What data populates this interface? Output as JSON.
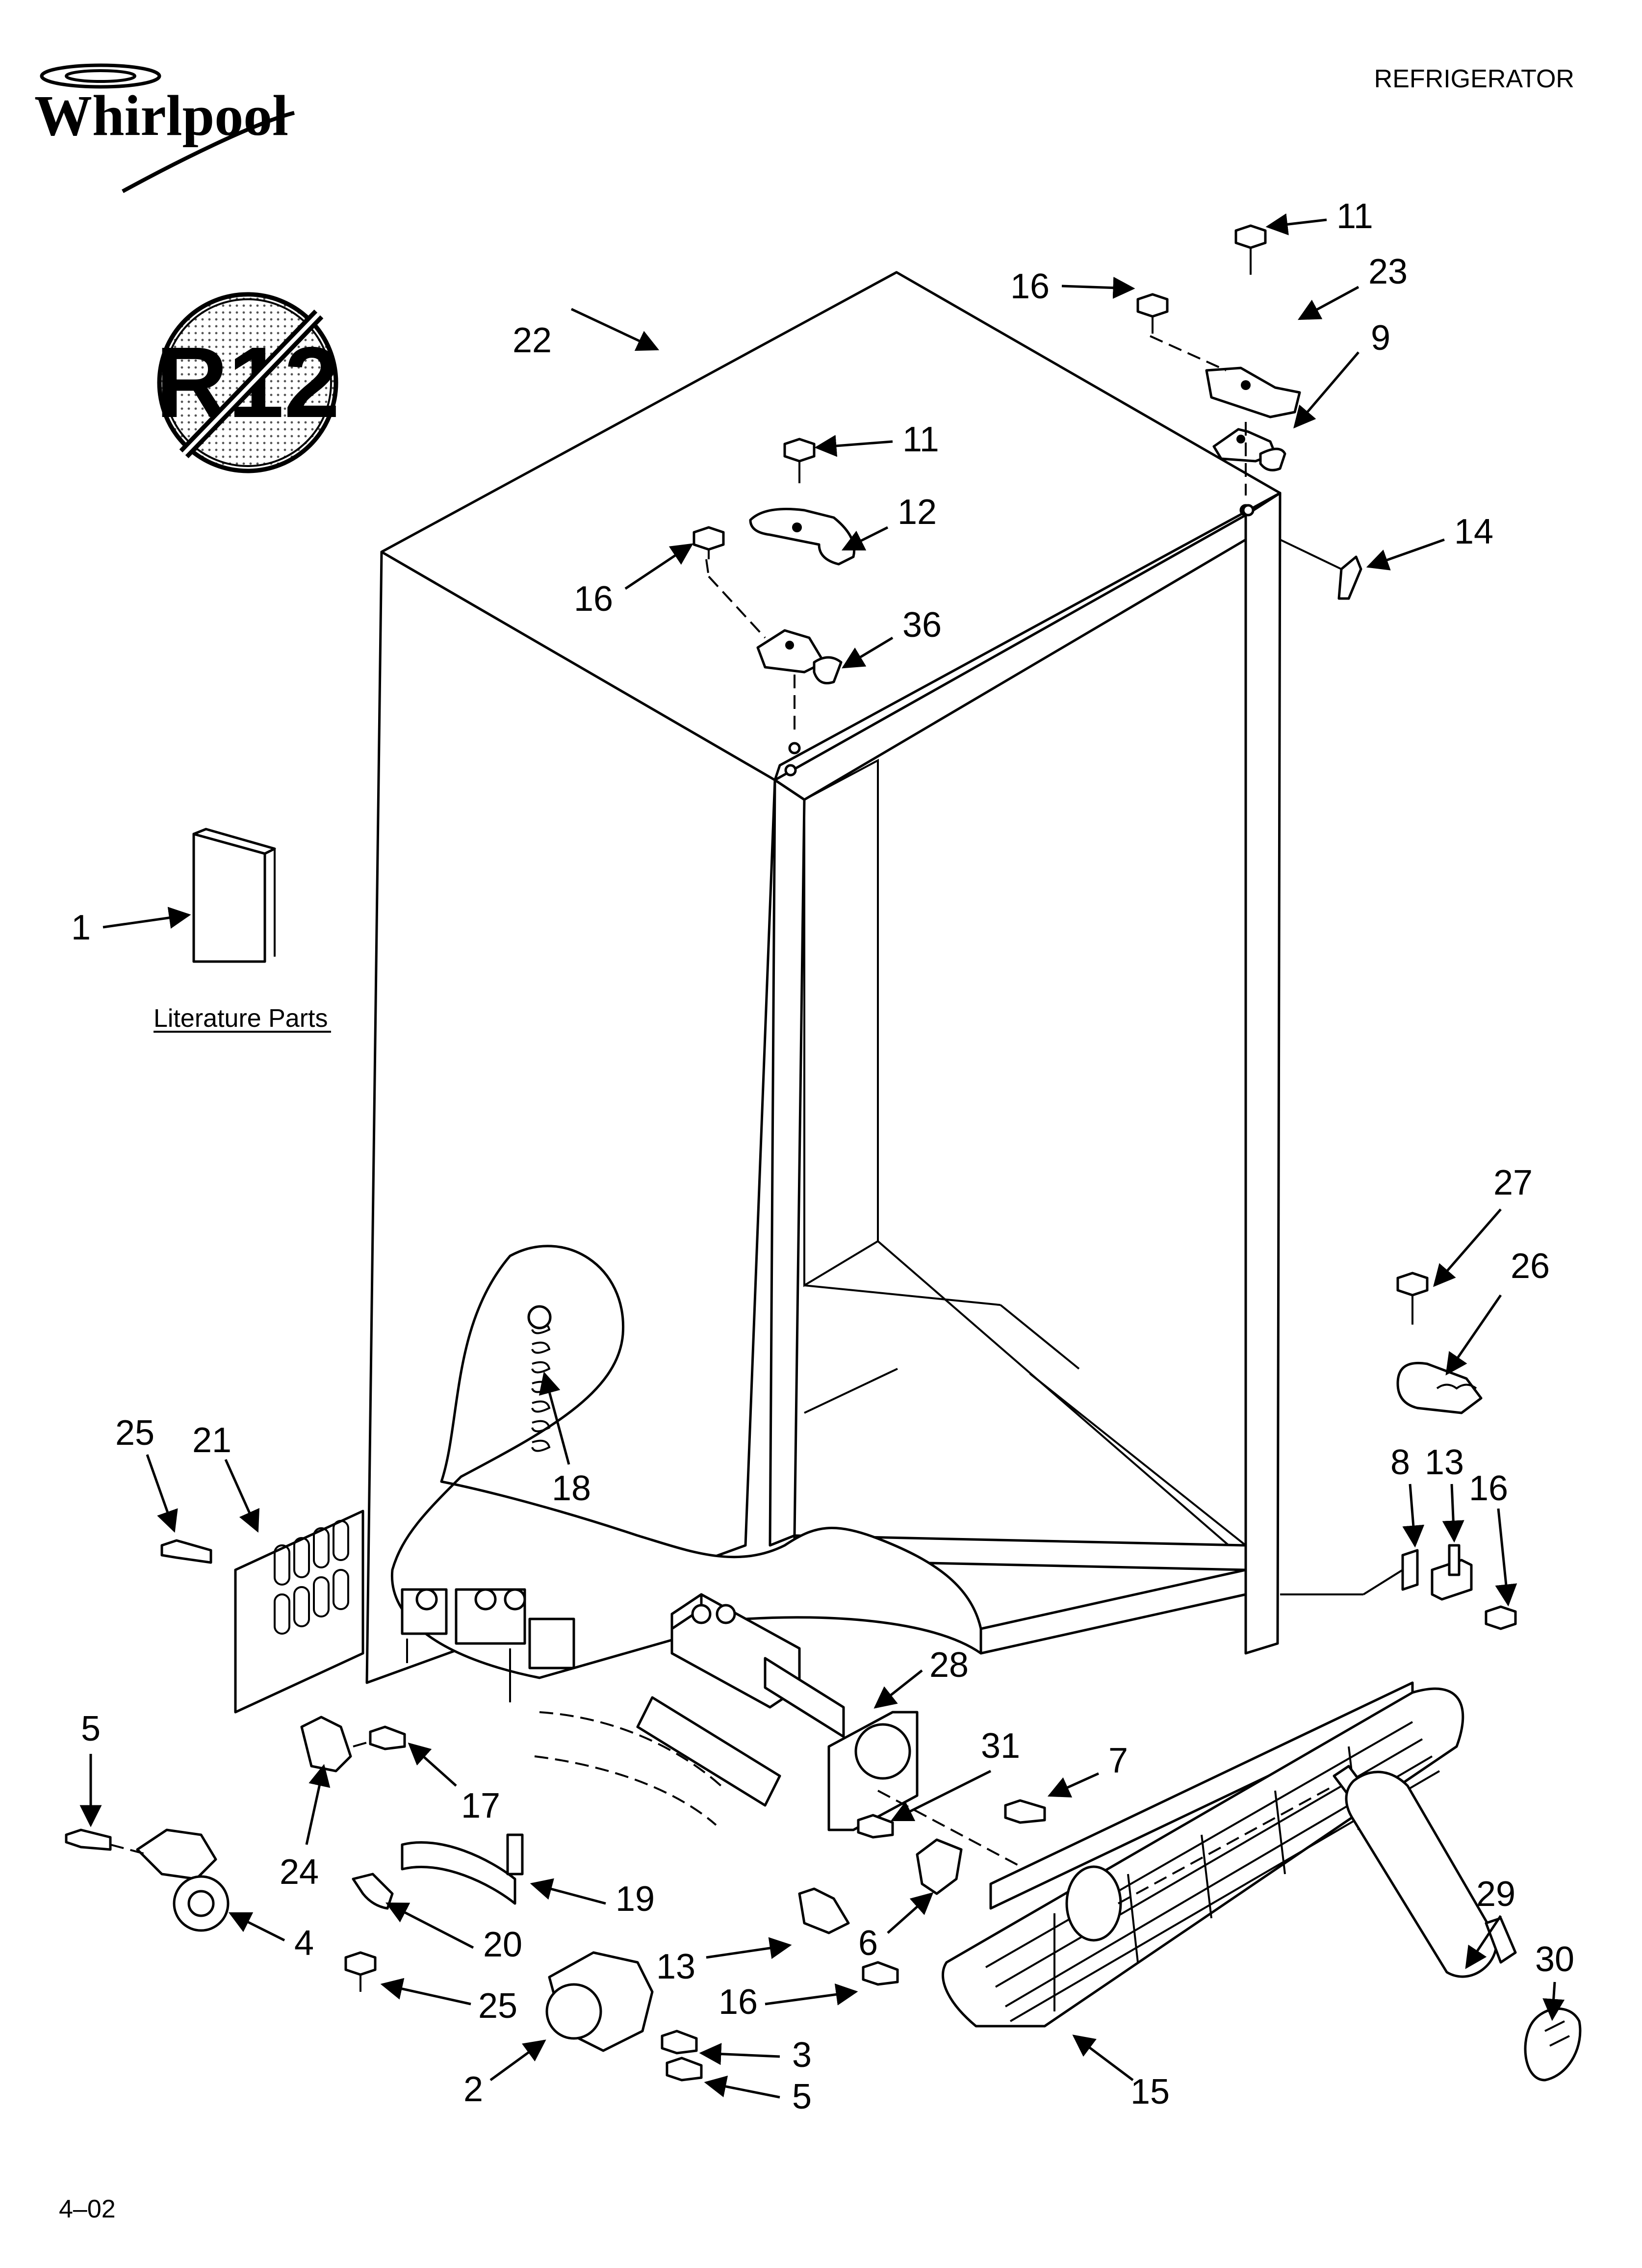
{
  "header": {
    "brand": "Whirlpool",
    "product": "REFRIGERATOR"
  },
  "badge": {
    "text": "R12",
    "icon": "no-r12-prohibition-icon"
  },
  "literature": {
    "label": "Literature Parts"
  },
  "footer": {
    "date_code": "4–02"
  },
  "callouts": [
    "11",
    "16",
    "23",
    "22",
    "9",
    "11",
    "12",
    "14",
    "16",
    "36",
    "1",
    "27",
    "26",
    "25",
    "21",
    "18",
    "8",
    "13",
    "16",
    "28",
    "5",
    "31",
    "7",
    "17",
    "24",
    "19",
    "20",
    "4",
    "6",
    "29",
    "30",
    "13",
    "25",
    "16",
    "3",
    "2",
    "5",
    "15"
  ],
  "colors": {
    "ink": "#000000",
    "paper": "#ffffff"
  }
}
